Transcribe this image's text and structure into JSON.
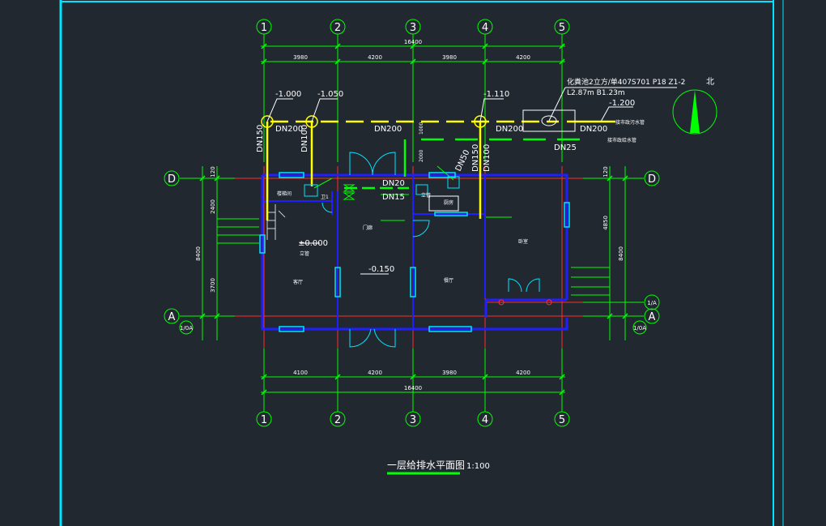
{
  "grid": {
    "columns": [
      "1",
      "2",
      "3",
      "4",
      "5"
    ],
    "rows": [
      "D",
      "A"
    ],
    "sub_row": "1/A",
    "sub_row_bottom": "1/0A"
  },
  "dims": {
    "top_segments": [
      "3980",
      "4200",
      "3980",
      "4200"
    ],
    "top_total": "16400",
    "bottom_segments": [
      "4100",
      "4200",
      "3980",
      "4200"
    ],
    "bottom_total": "16400",
    "left_segments": [
      "2400",
      "3700"
    ],
    "left_total": "8400",
    "right_segments": [
      "4850"
    ],
    "right_total": "8400",
    "small_left": "120",
    "small_right": "120"
  },
  "levels": {
    "l1": "-1.000",
    "l2": "-1.050",
    "l3": "-1.110",
    "l4": "-1.200",
    "floor": "±0.000",
    "indoor": "-0.150"
  },
  "pipes": {
    "dn150_v": "DN150",
    "dn100_v": "DN100",
    "dn200_a": "DN200",
    "dn200_b": "DN200",
    "dn200_c": "DN200",
    "dn200_d": "DN200",
    "dn25": "DN25",
    "dn20": "DN20",
    "dn15": "DN15",
    "dn50": "DN50",
    "dn150_v2": "DN150",
    "dn100_v2": "DN100",
    "v1000": "1000",
    "v2000": "2000"
  },
  "notes": {
    "septic_line1": "化粪池2立方/单407S701 P18  Z1-2",
    "septic_line2": "L2.87m  B1.23m",
    "to_drain": "接市政污水管",
    "to_water": "接市政给水管",
    "north": "北"
  },
  "rooms": {
    "stair": "楼梯间",
    "kitchen": "厨房",
    "dining": "餐厅",
    "living": "客厅",
    "bedroom": "卧室",
    "lobby": "门廊",
    "wc": "卫1",
    "riser_l": "立管",
    "riser_r": "立管"
  },
  "title": {
    "main": "一层给排水平面图",
    "scale": "1:100"
  },
  "colors": {
    "background": "#212830",
    "frame": "#00e5ff",
    "grid_axis": "#ff2d2d",
    "wall": "#2020ff",
    "dimension": "#00ff00",
    "drain_pipe": "#ffff00",
    "water_pipe": "#00ff00"
  }
}
